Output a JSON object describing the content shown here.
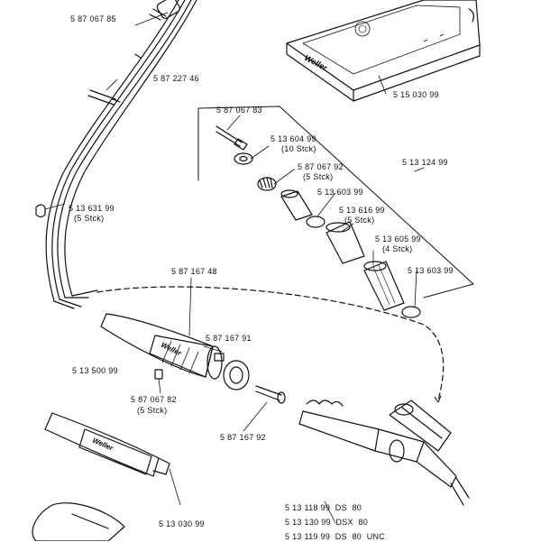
{
  "part_numbers": {
    "cable_top": "5 87 067 85",
    "cable_mid": "5 87 227 46",
    "station": "5 15 030 99",
    "screw_top": "5 87 067 83",
    "nut_a": "5 13 604 99",
    "nut_a_qty": "(10 Stck)",
    "sleeve_a": "5 87 067 92",
    "sleeve_a_qty": "(5 Stck)",
    "kit": "5 13 124 99",
    "oring_a": "5 13 603 99",
    "cone": "5 13 616 99",
    "cone_qty": "(5 Stck)",
    "sleeve_b": "5 13 605 99",
    "sleeve_b_qty": "(4 Stck)",
    "oring_b": "5 13 603 99",
    "clip": "5 13 631 99",
    "clip_qty": "(5 Stck)",
    "handle": "5 87 167 48",
    "ring_nut": "5 87 167 91",
    "grub_screw": "5 87 067 82",
    "grub_qty": "(5 Stck)",
    "pencil": "5 13 500 99",
    "pin": "5 87 167 92",
    "stand": "5 13 030 99",
    "pump_1": "5 13 118 99  DS  80",
    "pump_2": "5 13 130 99  DSX  80",
    "pump_3": "5 13 119 99  DS  80  UNC"
  },
  "brand_marks": [
    "Weller",
    "Weller",
    "Weller"
  ]
}
